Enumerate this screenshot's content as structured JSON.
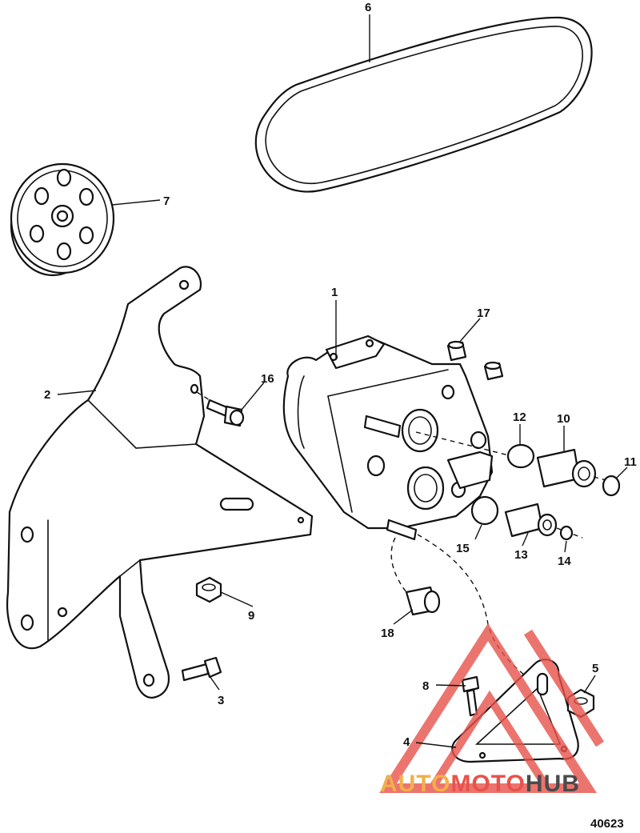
{
  "diagram": {
    "figure_number": "40623",
    "callouts": [
      {
        "id": "c1",
        "label": "1"
      },
      {
        "id": "c2",
        "label": "2"
      },
      {
        "id": "c3",
        "label": "3"
      },
      {
        "id": "c4",
        "label": "4"
      },
      {
        "id": "c5",
        "label": "5"
      },
      {
        "id": "c6",
        "label": "6"
      },
      {
        "id": "c7",
        "label": "7"
      },
      {
        "id": "c8",
        "label": "8"
      },
      {
        "id": "c9",
        "label": "9"
      },
      {
        "id": "c10",
        "label": "10"
      },
      {
        "id": "c11",
        "label": "11"
      },
      {
        "id": "c12",
        "label": "12"
      },
      {
        "id": "c13",
        "label": "13"
      },
      {
        "id": "c14",
        "label": "14"
      },
      {
        "id": "c15",
        "label": "15"
      },
      {
        "id": "c16",
        "label": "16"
      },
      {
        "id": "c17",
        "label": "17"
      },
      {
        "id": "c18",
        "label": "18"
      }
    ]
  },
  "watermark": {
    "part1": "AUTO",
    "part2": "MOTO",
    "part3": "HUB",
    "colors": {
      "auto": "#f0b04a",
      "moto": "#e8524a",
      "hub": "#4a4a4a",
      "triangle": "#e8524a"
    }
  }
}
